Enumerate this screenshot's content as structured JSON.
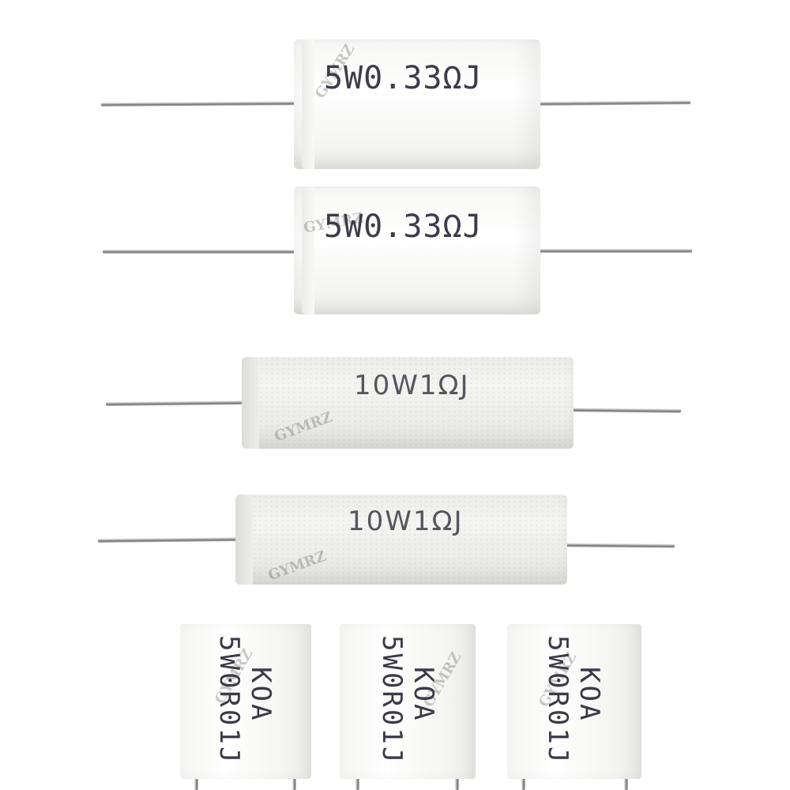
{
  "resistors": [
    {
      "marking": "5W0.33ΩJ"
    },
    {
      "marking": "5W0.33ΩJ"
    },
    {
      "marking": "10W1ΩJ"
    },
    {
      "marking": "10W1ΩJ"
    },
    {
      "marking_line1": "KOA",
      "marking_line2": "5W0R01J"
    },
    {
      "marking_line1": "KOA",
      "marking_line2": "5W0R01J"
    },
    {
      "marking_line1": "KOA",
      "marking_line2": "5W0R01J"
    }
  ],
  "watermark": "GYMRZ"
}
